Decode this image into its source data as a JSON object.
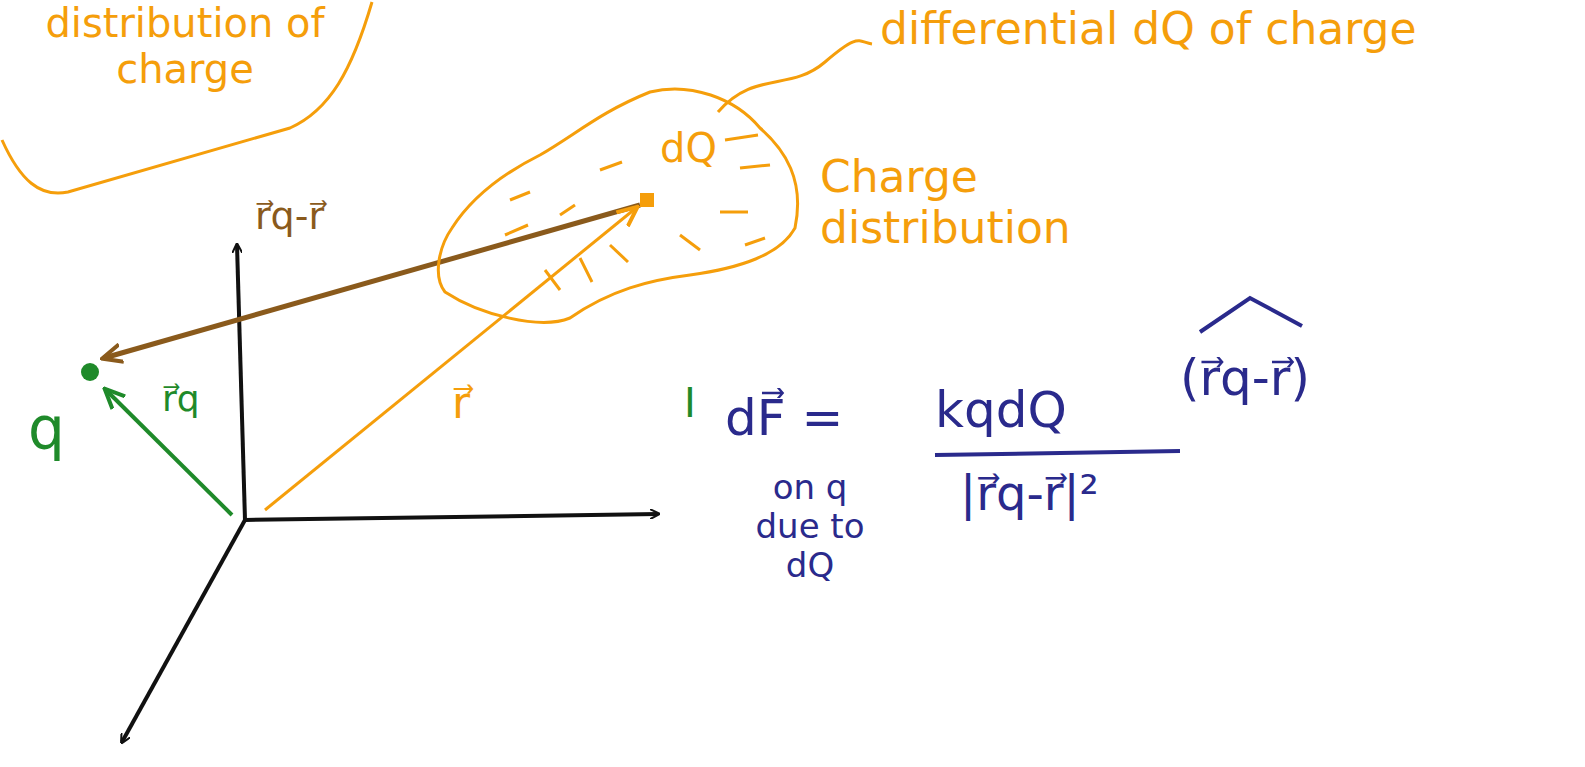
{
  "diagram": {
    "nodes": [
      {
        "text": [
          "distribution of charge"
        ]
      },
      {
        "text": [
          "dQ",
          "Charge distribution"
        ]
      }
    ],
    "labels": [
      "differential dQ of charge",
      "r⃗q-r⃗",
      "r⃗",
      "q",
      "r⃗q",
      "I",
      "dF⃗ =",
      "kqdQ",
      "|r⃗q-r⃗|²",
      "(r⃗q-r⃗)",
      "on q due to dQ"
    ]
  }
}
